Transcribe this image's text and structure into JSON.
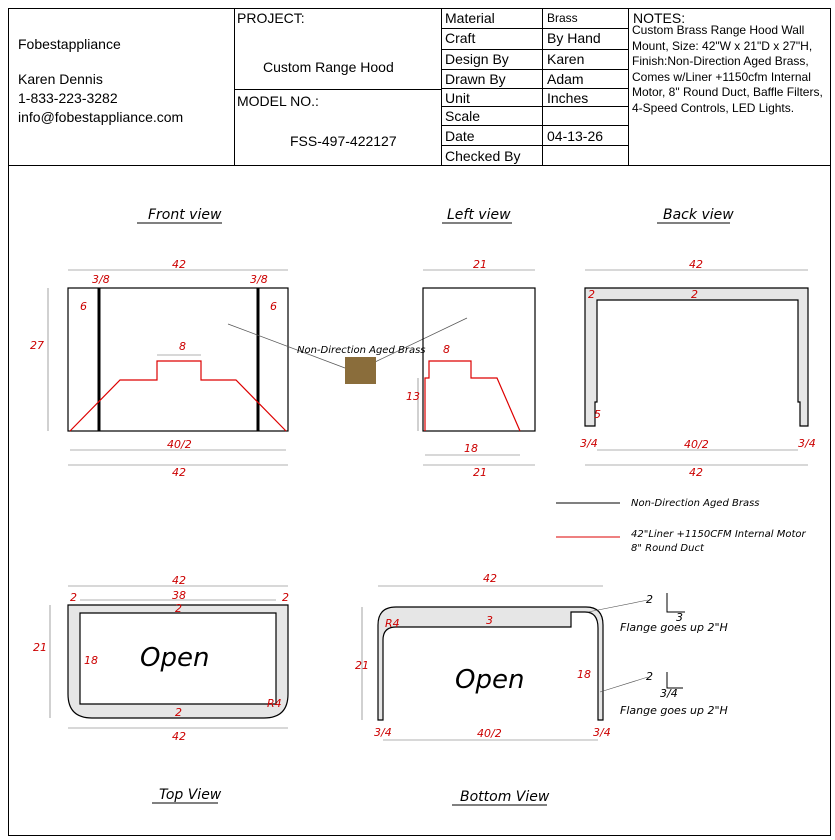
{
  "company": {
    "name": "Fobestappliance",
    "contact_name": "Karen Dennis",
    "phone": "1-833-223-3282",
    "email": "info@fobestappliance.com"
  },
  "project": {
    "label": "PROJECT:",
    "value": "Custom Range Hood",
    "model_label": "MODEL NO.:",
    "model_value": "FSS-497-422127"
  },
  "specs": [
    {
      "key": "Material",
      "value": "Brass"
    },
    {
      "key": "Craft",
      "value": "By Hand"
    },
    {
      "key": "Design By",
      "value": "Karen"
    },
    {
      "key": "Drawn By",
      "value": "Adam"
    },
    {
      "key": "Unit",
      "value": "Inches"
    },
    {
      "key": "Scale",
      "value": ""
    },
    {
      "key": "Date",
      "value": "04-13-26"
    },
    {
      "key": "Checked By",
      "value": ""
    }
  ],
  "notes": {
    "label": "NOTES:",
    "text": "Custom Brass Range Hood Wall Mount, Size: 42\"W x 21\"D x 27\"H, Finish:Non-Direction Aged Brass, Comes w/Liner +1150cfm Internal Motor, 8\" Round Duct, Baffle Filters, 4-Speed Controls, LED Lights."
  },
  "views": {
    "front": "Front view",
    "left": "Left view",
    "back": "Back view",
    "top": "Top View",
    "bottom": "Bottom View"
  },
  "material_callout": "Non-Direction Aged Brass",
  "legend": {
    "black_line": "Non-Direction Aged Brass",
    "red_line_1": "42\"Liner +1150CFM Internal Motor",
    "red_line_2": "8\" Round Duct"
  },
  "annotations": {
    "flange_top": "Flange goes up 2\"H",
    "flange_bottom": "Flange goes up 2\"H",
    "open": "Open",
    "radius": "R4"
  },
  "dimensions": {
    "d42": "42",
    "d27": "27",
    "d21": "21",
    "d18": "18",
    "d13": "13",
    "d8": "8",
    "d6": "6",
    "d5": "5",
    "d3": "3",
    "d2": "2",
    "d38": "38",
    "f38": "3/8",
    "f34": "3/4",
    "f40": "40/2"
  },
  "colors": {
    "liner_red": "#dd0000",
    "brass_swatch": "#8a6d3b",
    "panel_gray": "#e6e6e6"
  }
}
